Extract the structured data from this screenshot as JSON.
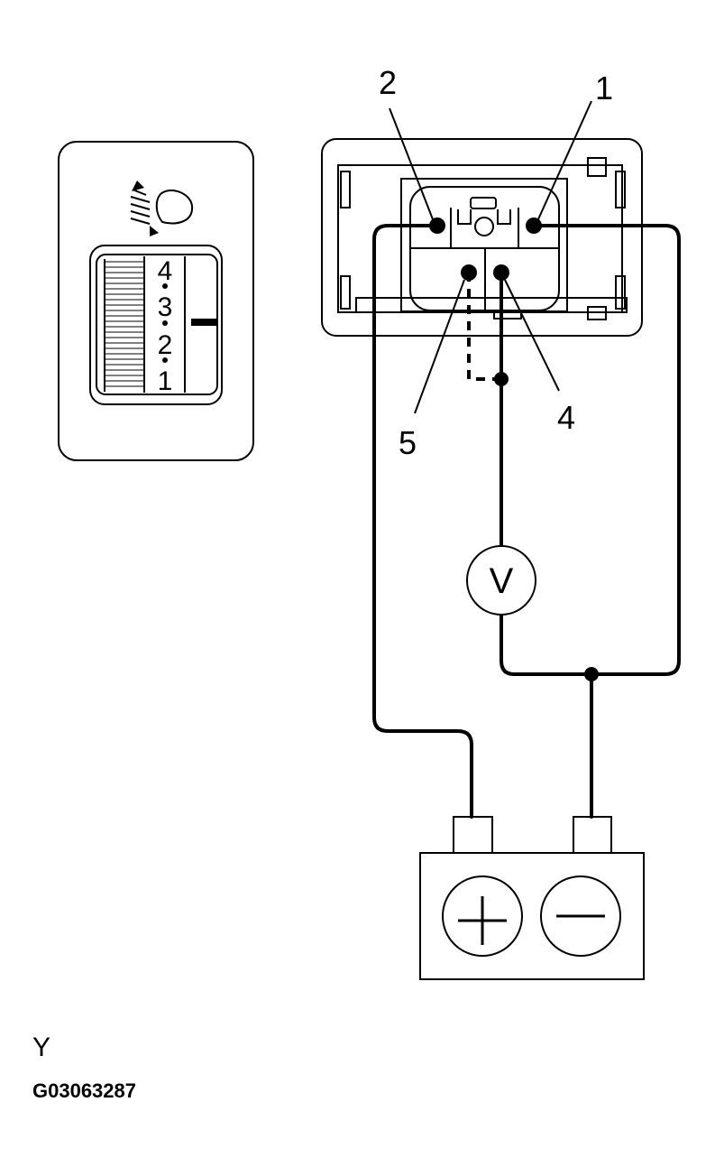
{
  "terminals": {
    "t1": "1",
    "t2": "2",
    "t4": "4",
    "t5": "5"
  },
  "meter": {
    "symbol": "V"
  },
  "battery": {
    "positive": "+",
    "negative": "−"
  },
  "dial": {
    "positions": [
      "4",
      "3",
      "2",
      "1"
    ]
  },
  "footer": {
    "code_letter": "Y",
    "figure_id": "G03063287"
  }
}
